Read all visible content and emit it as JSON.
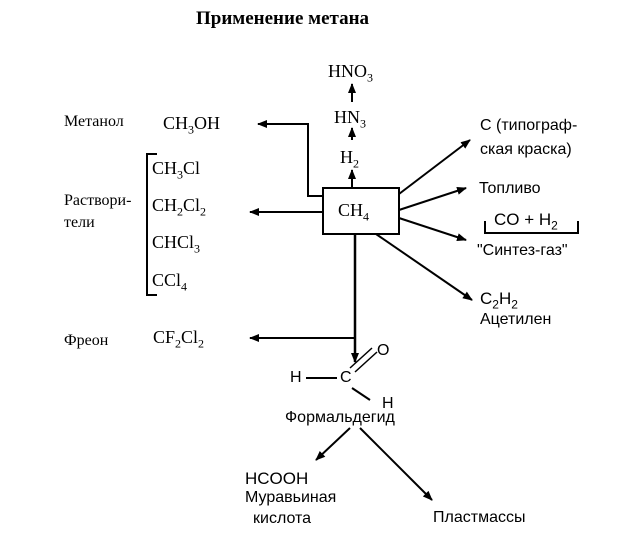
{
  "title": "Применение метана",
  "center": {
    "formula": "CH",
    "sub": "4"
  },
  "top_chain": {
    "h2": {
      "main": "H",
      "sub": "2"
    },
    "nh3": {
      "main": "HN",
      "sub": "3"
    },
    "hno3": {
      "main": "HNO",
      "sub": "3"
    }
  },
  "methanol": {
    "label": "Метанол",
    "formula": "CH",
    "sub": "3",
    "tail": "OH"
  },
  "solvents": {
    "label_line1": "Раствори-",
    "label_line2": "тели",
    "items": [
      {
        "a": "CH",
        "a_sub": "3",
        "b": "Cl",
        "b_sub": ""
      },
      {
        "a": "CH",
        "a_sub": "2",
        "b": "Cl",
        "b_sub": "2"
      },
      {
        "a": "CHCl",
        "a_sub": "3",
        "b": "",
        "b_sub": ""
      },
      {
        "a": "CCl",
        "a_sub": "4",
        "b": "",
        "b_sub": ""
      }
    ]
  },
  "freon": {
    "label": "Фреон",
    "a": "CF",
    "a_sub": "2",
    "b": "Cl",
    "b_sub": "2"
  },
  "carbon": {
    "line1": "С (типограф-",
    "line2": "ская краска)"
  },
  "fuel": "Топливо",
  "syngas": {
    "co_h2_main": "CO + H",
    "co_h2_sub": "2",
    "label": "\"Синтез-газ\""
  },
  "acetylene": {
    "c": "C",
    "c_sub": "2",
    "h": "H",
    "h_sub": "2",
    "label": "Ацетилен"
  },
  "formaldehyde": {
    "h_left": "H",
    "c": "C",
    "o": "O",
    "h_bottom": "H",
    "label": "Формальдегид"
  },
  "formic_acid": {
    "formula": "HCOOH",
    "line1": "Муравьиная",
    "line2": "кислота"
  },
  "plastics": "Пластмассы"
}
